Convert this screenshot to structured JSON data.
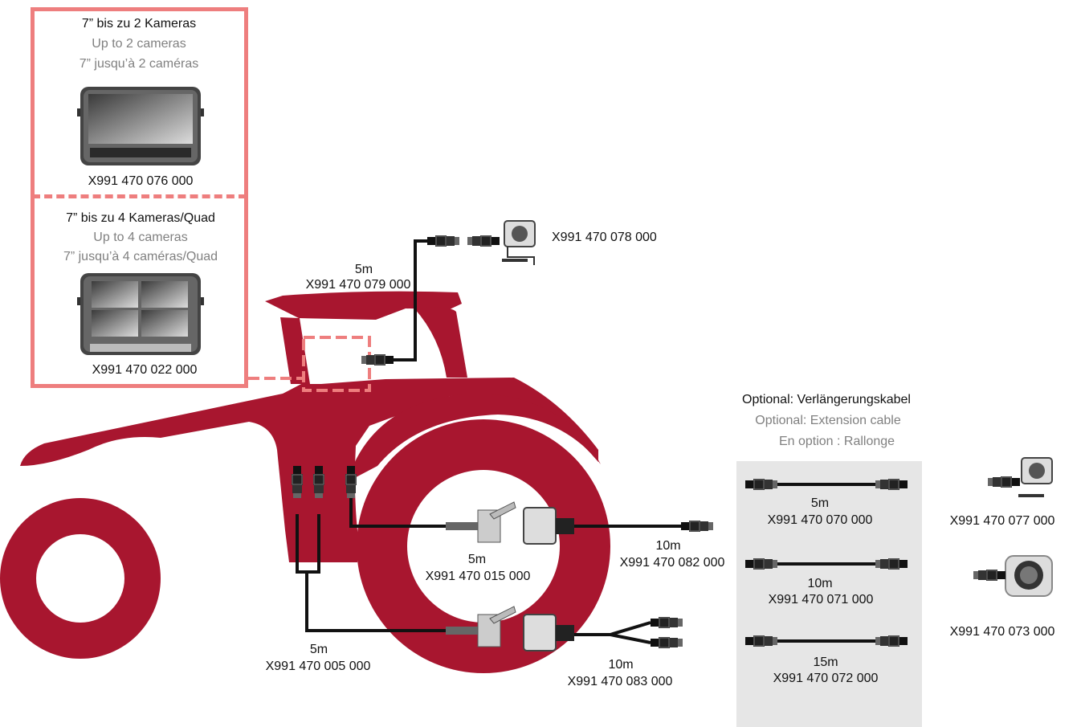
{
  "colors": {
    "tractor": "#a8162f",
    "frame": "#ee7e7e",
    "cable": "#111111",
    "panel": "#e6e6e6"
  },
  "monitor_box": {
    "top": {
      "title_de": "7” bis zu 2 Kameras",
      "title_en": "Up to 2 cameras",
      "title_fr": "7” jusqu’à 2 caméras",
      "part_no": "X991 470 076 000"
    },
    "bottom": {
      "title_de": "7” bis zu 4 Kameras/Quad",
      "title_en": "Up to 4 cameras",
      "title_fr": "7” jusqu’à 4 caméras/Quad",
      "part_no": "X991 470 022 000"
    }
  },
  "camera_top": {
    "part_no": "X991 470 078 000"
  },
  "cable_roof": {
    "length": "5m",
    "part_no": "X991 470 079 000"
  },
  "cable_socket_upper": {
    "length": "5m",
    "part_no": "X991 470 015 000"
  },
  "cable_socket_lower": {
    "length": "5m",
    "part_no": "X991 470 005 000"
  },
  "cable_10m_single": {
    "length": "10m",
    "part_no": "X991 470 082 000"
  },
  "cable_10m_y": {
    "length": "10m",
    "part_no": "X991 470 083 000"
  },
  "optional": {
    "title_de": "Optional: Verlängerungskabel",
    "title_en": "Optional: Extension cable",
    "title_fr": "En option : Rallonge",
    "cables": [
      {
        "length": "5m",
        "part_no": "X991 470 070 000"
      },
      {
        "length": "10m",
        "part_no": "X991 470 071 000"
      },
      {
        "length": "15m",
        "part_no": "X991 470 072 000"
      }
    ]
  },
  "camera_right_1": {
    "part_no": "X991 470 077 000"
  },
  "camera_right_2": {
    "part_no": "X991 470 073 000"
  }
}
